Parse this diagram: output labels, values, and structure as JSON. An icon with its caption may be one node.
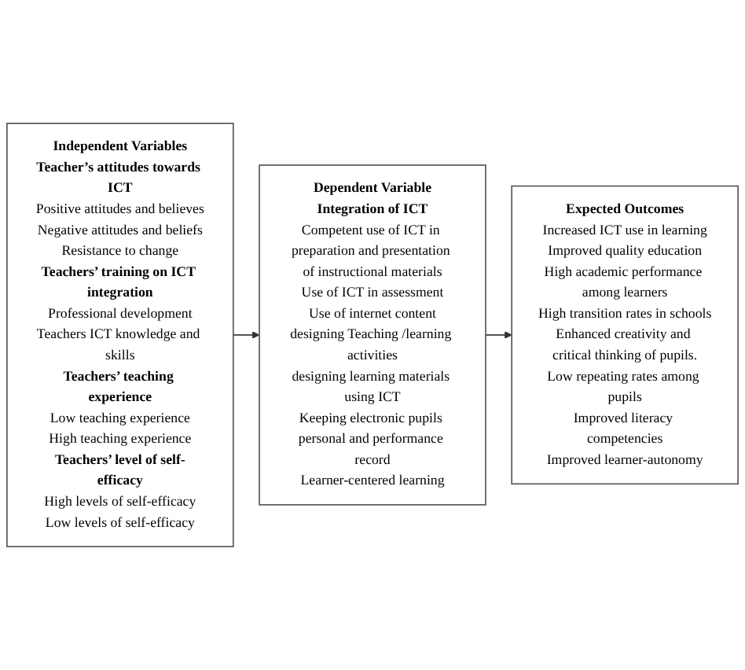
{
  "diagram": {
    "nodes": [
      {
        "text": [
          "Independent Variables",
          "Teacher’s attitudes towards ICT",
          "Positive attitudes and believes",
          "Negative attitudes and beliefs",
          "Resistance to change",
          "Teachers’ training on ICT integration",
          "Professional development",
          "Teachers ICT knowledge and skills",
          "Teachers’ teaching experience",
          "Low teaching experience",
          "High teaching experience",
          "Teachers’ level of self-efficacy",
          "High levels of self-efficacy",
          "Low levels of self-efficacy"
        ]
      },
      {
        "text": [
          "Dependent Variable",
          "Integration of ICT",
          "Competent use of ICT in preparation and presentation of instructional materials",
          "Use of ICT in assessment",
          "Use of internet content",
          "designing Teaching /learning activities",
          "designing learning materials using ICT",
          "Keeping electronic pupils personal and performance record",
          "Learner-centered learning"
        ]
      },
      {
        "text": [
          "Expected Outcomes",
          "Increased ICT use in learning",
          "Improved quality education",
          "High academic performance among learners",
          "High transition rates in schools",
          "Enhanced creativity and critical thinking of pupils.",
          "Low repeating rates among pupils",
          "Improved literacy competencies",
          "Improved learner-autonomy"
        ]
      }
    ],
    "edges": [
      {
        "from": 0,
        "to": 1,
        "arrow": "to"
      },
      {
        "from": 1,
        "to": 2,
        "arrow": "to"
      }
    ]
  }
}
